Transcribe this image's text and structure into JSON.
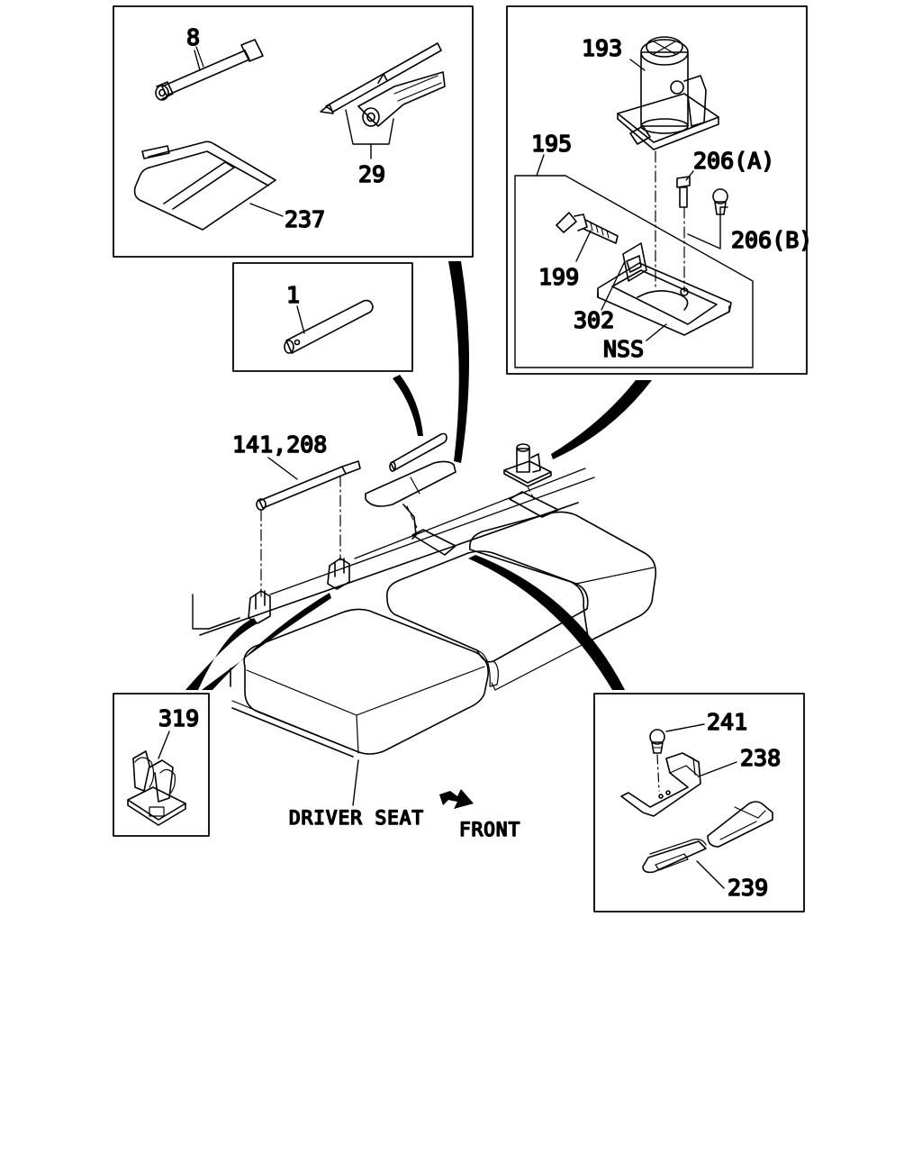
{
  "colors": {
    "line": "#000000",
    "background": "#ffffff"
  },
  "callouts": {
    "c8": "8",
    "c29": "29",
    "c237": "237",
    "c1": "1",
    "c193": "193",
    "c195": "195",
    "c206a": "206(A)",
    "c206b": "206(B)",
    "c199": "199",
    "c302": "302",
    "cNSS": "NSS",
    "c141": "141,208",
    "c319": "319",
    "c241": "241",
    "c238": "238",
    "c239": "239"
  },
  "annotations": {
    "driver_seat": "DRIVER SEAT",
    "front": "FRONT"
  }
}
